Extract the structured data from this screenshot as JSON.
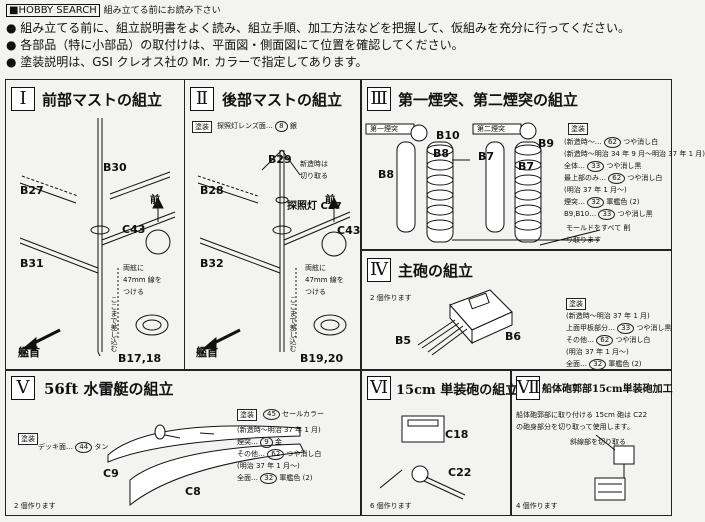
{
  "header": {
    "line0": "組み立てる前にお読み下さい",
    "line0_watermark": "HOBBY SEARCH",
    "line1": "組み立てる前に、組立説明書をよく読み、組立手順、加工方法などを把握して、仮組みを充分に行ってください。",
    "line2": "各部品（特に小部品）の取付けは、平面図・側面図にて位置を確認してください。",
    "line3": "塗装説明は、GSI クレオス社の Mr. カラーで指定してあります。"
  },
  "sections": {
    "s1": {
      "num": "Ⅰ",
      "title": "前部マストの組立",
      "parts": {
        "b30": "B30",
        "b27": "B27",
        "c43": "C43",
        "b31": "B31",
        "b1718": "B17,18"
      },
      "front": "前",
      "note1": "両舷に 47mm 線を つける",
      "note2": "ここまで差し込む",
      "bow": "艦首"
    },
    "s2": {
      "num": "Ⅱ",
      "title": "後部マストの組立",
      "paint": "塗装",
      "paint_text": "探照灯レンズ面…",
      "paint_num": "8",
      "paint_color": "銀",
      "parts": {
        "b29": "B29",
        "b28": "B28",
        "c27": "探照灯 C27",
        "c43": "C43",
        "b32": "B32",
        "b1920": "B19,20"
      },
      "cut_note": "新造時は 切り取る",
      "front": "前",
      "note1": "両舷に 47mm 線を つける",
      "note2": "ここまで差し込む",
      "bow": "艦首"
    },
    "s3": {
      "num": "Ⅲ",
      "title": "第一煙突、第二煙突の組立",
      "funnel1": "第一煙突",
      "funnel2": "第二煙突",
      "parts": {
        "b10": "B10",
        "b8a": "B8",
        "b8": "B8",
        "b9": "B9",
        "b7a": "B7",
        "b7": "B7"
      },
      "paint": "塗装",
      "paint_lines": [
        {
          "text": "(新造時〜明治 34 年 9 月〜明治 37 年 1 月)",
          "num": "",
          "color": ""
        },
        {
          "text": "全体…",
          "num": "33",
          "color": "つや消し黒"
        },
        {
          "text": "最上部のみ…",
          "num": "62",
          "color": "つや消し白"
        },
        {
          "text": "(明治 37 年 1 月〜)",
          "num": "",
          "color": ""
        },
        {
          "text": "煙突…",
          "num": "32",
          "color": "軍艦色 (2)"
        },
        {
          "text": "B9,B10…",
          "num": "33",
          "color": "つや消し黒"
        }
      ],
      "paint_first": {
        "text": "(新造時〜…",
        "num": "62",
        "color": "つや消し白"
      },
      "mold_note": "モールドをすべて 削り取ります"
    },
    "s4": {
      "num": "Ⅳ",
      "title": "主砲の組立",
      "make": "2 個作ります",
      "parts": {
        "b5": "B5",
        "b6": "B6"
      },
      "paint": "塗装",
      "paint_lines": [
        {
          "text": "(新造時〜明治 37 年 1 月)",
          "num": "",
          "color": ""
        },
        {
          "text": "上面甲板部分…",
          "num": "33",
          "color": "つや消し黒"
        },
        {
          "text": "その他…",
          "num": "62",
          "color": "つや消し白"
        },
        {
          "text": "(明治 37 年 1 月〜)",
          "num": "",
          "color": ""
        },
        {
          "text": "全面…",
          "num": "32",
          "color": "軍艦色 (2)"
        }
      ]
    },
    "s5": {
      "num": "Ⅴ",
      "title": "56ft 水雷艇の組立",
      "paint_top": "塗装",
      "paint_top_num": "45",
      "paint_top_color": "セールカラー",
      "paint_left": "塗装",
      "paint_left_text": "デッキ面…",
      "paint_left_num": "44",
      "paint_left_color": "タン",
      "parts": {
        "c9": "C9",
        "c8": "C8"
      },
      "paint_lines": [
        {
          "text": "(新造時〜明治 37 年 1 月)",
          "num": "",
          "color": ""
        },
        {
          "text": "煙突…",
          "num": "9",
          "color": "金"
        },
        {
          "text": "その他…",
          "num": "62",
          "color": "つや消し白"
        },
        {
          "text": "(明治 37 年 1 月〜)",
          "num": "",
          "color": ""
        },
        {
          "text": "全面…",
          "num": "32",
          "color": "軍艦色 (2)"
        }
      ],
      "make": "2 個作ります"
    },
    "s6": {
      "num": "Ⅵ",
      "title": "15cm 単装砲の組立",
      "parts": {
        "c18": "C18",
        "c22": "C22"
      },
      "make": "6 個作ります"
    },
    "s7": {
      "num": "Ⅶ",
      "title": "船体砲郭部15cm単装砲加工",
      "desc1": "船体砲郭部に取り付ける 15cm 砲は C22",
      "desc2": "の砲身部分を切り取って使用します。",
      "cut_label": "斜線部を切り取る",
      "make": "4 個作ります"
    }
  },
  "colors": {
    "ink": "#111111",
    "paper": "#f3f3f1"
  }
}
